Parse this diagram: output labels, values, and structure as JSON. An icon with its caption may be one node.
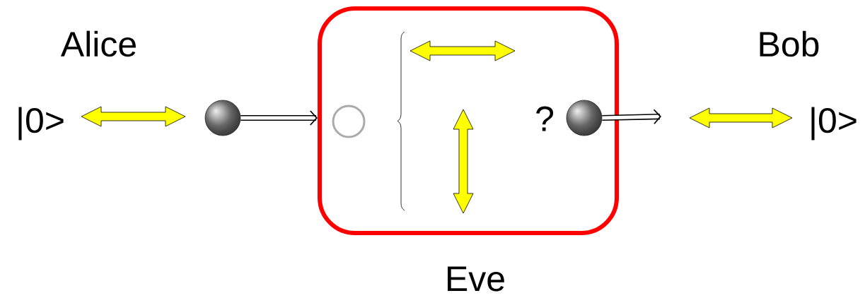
{
  "diagram": {
    "nodes": [
      {
        "text": [],
        "shape": "circle"
      },
      {
        "text": [
          "Eve"
        ]
      },
      {
        "text": [],
        "shape": "circle",
        "in": 1
      },
      {
        "text": [],
        "shape": "circle",
        "in": 1,
        "beside": [
          "?"
        ]
      }
    ],
    "edges": [
      {
        "from": 0,
        "to": 1,
        "arrow": "to"
      },
      {
        "from": 3,
        "to": null,
        "arrow": "to"
      }
    ],
    "labels": [
      "Alice",
      "|0>",
      "|0>",
      "Bob"
    ]
  }
}
